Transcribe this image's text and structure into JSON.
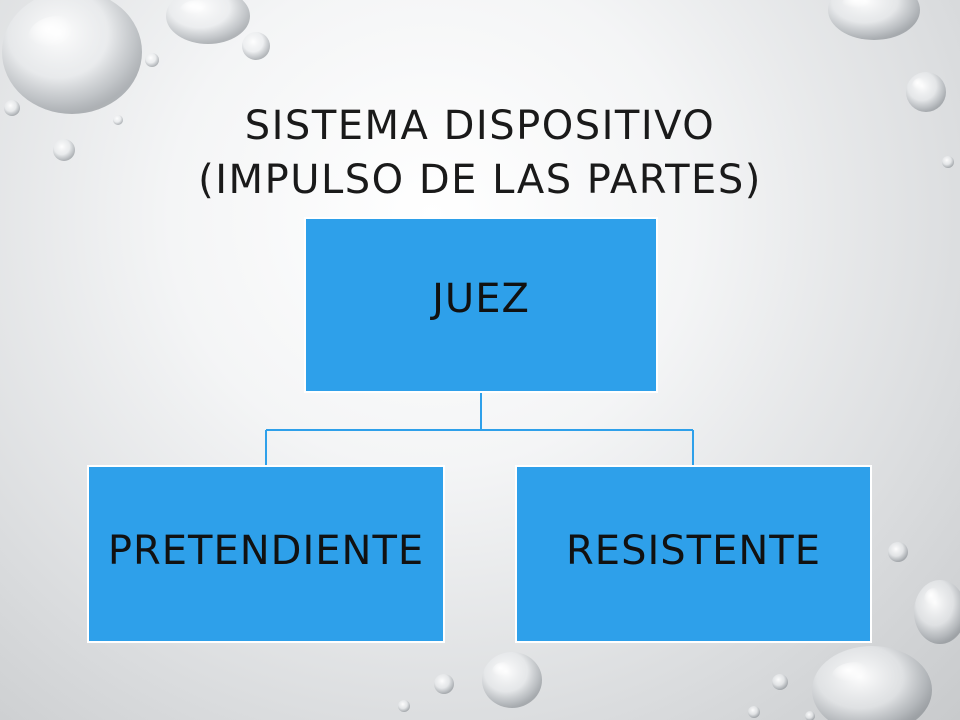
{
  "slide": {
    "title_line_1": "SISTEMA DISPOSITIVO",
    "title_line_2": "(IMPULSO DE LAS PARTES)"
  },
  "diagram": {
    "root": {
      "label": "JUEZ"
    },
    "children": [
      {
        "label": "PRETENDIENTE"
      },
      {
        "label": "RESISTENTE"
      }
    ]
  },
  "colors": {
    "node_fill": "#2ea0ea",
    "node_border": "#ffffff",
    "connector": "#2ea0ea",
    "text": "#111111"
  }
}
